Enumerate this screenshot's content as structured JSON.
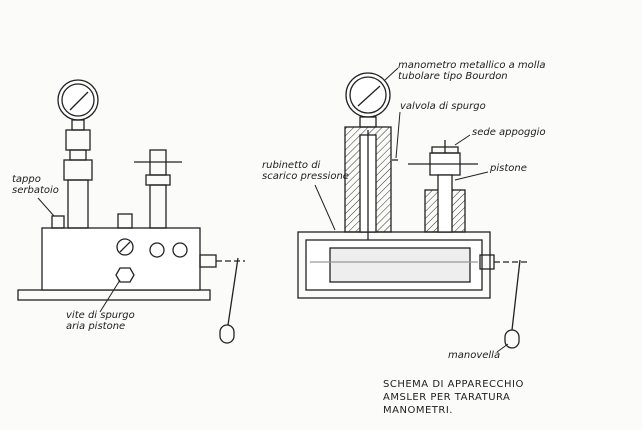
{
  "labels": {
    "manometro_1": "manometro metallico a molla",
    "manometro_2": "tubolare tipo Bourdon",
    "valvola": "valvola di spurgo",
    "sede": "sede appoggio",
    "pistone": "pistone",
    "rubinetto_1": "rubinetto di",
    "rubinetto_2": "scarico pressione",
    "tappo_1": "tappo",
    "tappo_2": "serbatoio",
    "vite_1": "vite di spurgo",
    "vite_2": "aria pistone",
    "manovella": "manovella"
  },
  "caption": {
    "line1": "SCHEMA DI APPARECCHIO",
    "line2": "AMSLER PER TARATURA",
    "line3": "MANOMETRI."
  }
}
